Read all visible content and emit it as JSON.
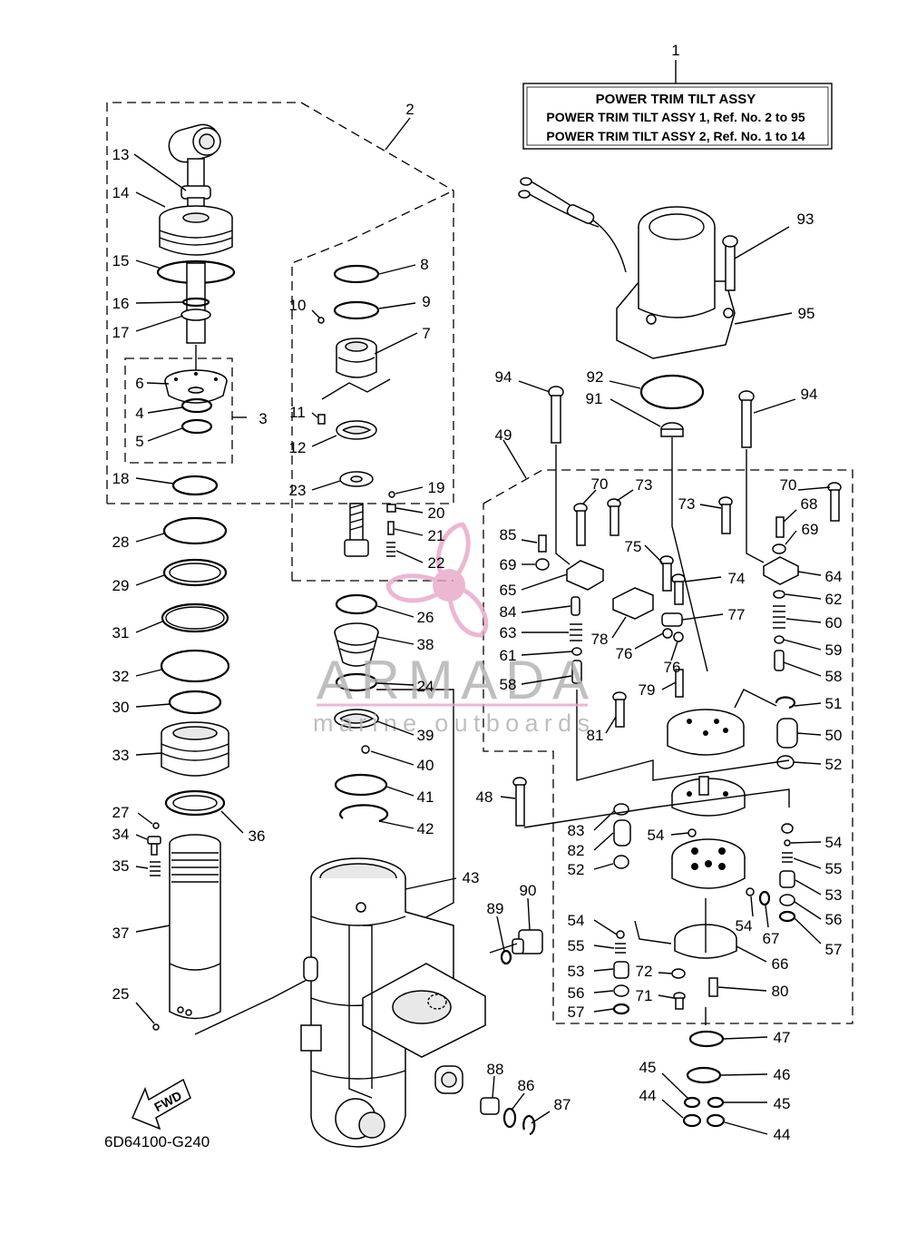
{
  "title_box": {
    "ref": "1",
    "heading": "POWER TRIM TILT ASSY",
    "line1": "POWER TRIM TILT ASSY 1,  Ref. No. 2 to 95",
    "line2": "POWER TRIM TILT ASSY 2,  Ref. No. 1 to 14"
  },
  "drawing_code": "6D64100-G240",
  "fwd_label": "FWD",
  "watermark": {
    "brand": "ARMADA",
    "tagline": "marine outboards"
  },
  "colors": {
    "line": "#000000",
    "watermark_gray": "#b0b0b0",
    "watermark_pink": "#e8a6c6"
  },
  "callouts": [
    "2",
    "3",
    "4",
    "5",
    "6",
    "7",
    "8",
    "9",
    "10",
    "11",
    "12",
    "13",
    "14",
    "15",
    "16",
    "17",
    "18",
    "19",
    "20",
    "21",
    "22",
    "23",
    "24",
    "25",
    "26",
    "27",
    "28",
    "29",
    "30",
    "31",
    "32",
    "33",
    "34",
    "35",
    "36",
    "37",
    "38",
    "39",
    "40",
    "41",
    "42",
    "43",
    "44",
    "44",
    "45",
    "45",
    "46",
    "47",
    "48",
    "49",
    "50",
    "51",
    "52",
    "52",
    "53",
    "53",
    "54",
    "54",
    "54",
    "54",
    "55",
    "55",
    "56",
    "56",
    "57",
    "57",
    "58",
    "58",
    "59",
    "60",
    "61",
    "62",
    "63",
    "64",
    "65",
    "66",
    "67",
    "68",
    "69",
    "69",
    "70",
    "70",
    "71",
    "72",
    "73",
    "73",
    "74",
    "75",
    "76",
    "76",
    "77",
    "78",
    "79",
    "80",
    "81",
    "82",
    "83",
    "84",
    "85",
    "86",
    "87",
    "88",
    "89",
    "90",
    "91",
    "92",
    "93",
    "94",
    "94",
    "95"
  ]
}
